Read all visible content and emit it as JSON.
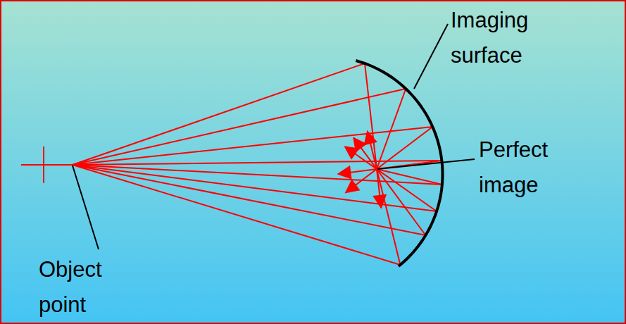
{
  "diagram": {
    "labels": [
      "Imaging surface",
      "Perfect image",
      "Object point"
    ]
  }
}
